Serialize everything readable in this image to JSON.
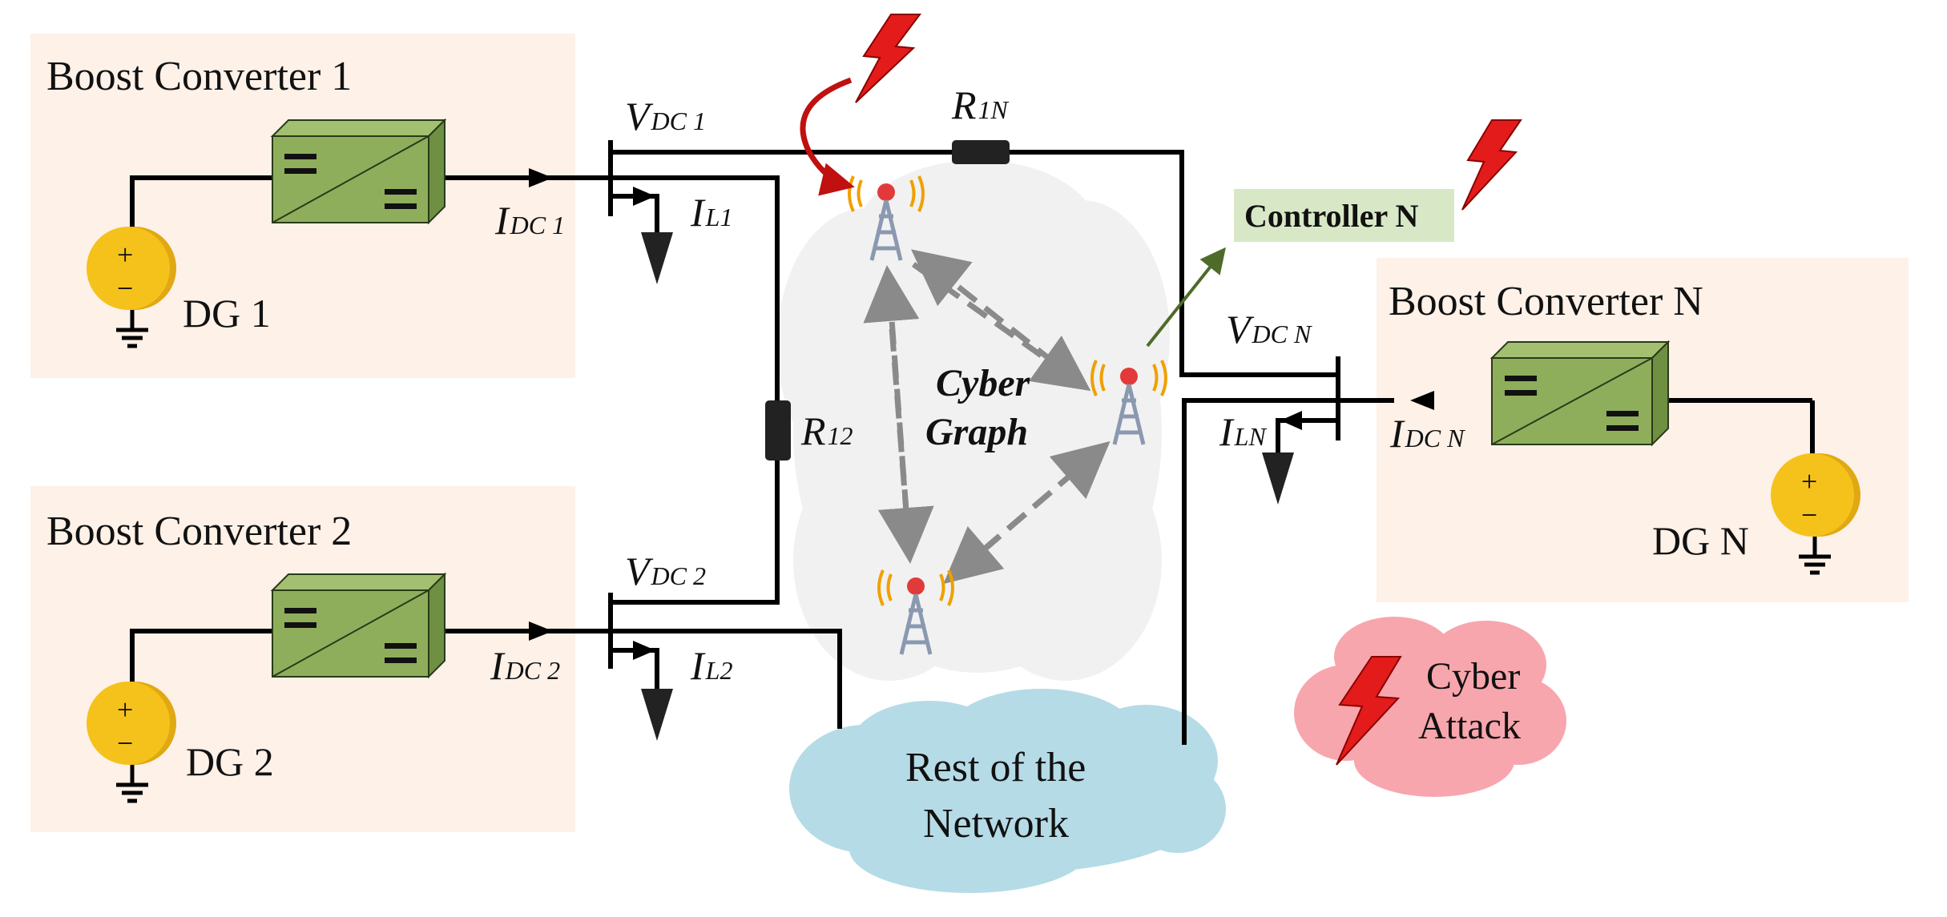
{
  "boxes": {
    "bc1": {
      "title": "Boost Converter 1",
      "dg": "DG 1"
    },
    "bc2": {
      "title": "Boost Converter 2",
      "dg": "DG 2"
    },
    "bcN": {
      "title": "Boost Converter N",
      "dg": "DG N"
    }
  },
  "labels": {
    "vdc1_main": "V",
    "vdc1_sub": "DC 1",
    "vdc2_main": "V",
    "vdc2_sub": "DC 2",
    "vdcN_main": "V",
    "vdcN_sub": "DC N",
    "idc1_main": "I",
    "idc1_sub": "DC 1",
    "idc2_main": "I",
    "idc2_sub": "DC 2",
    "idcN_main": "I",
    "idcN_sub": "DC N",
    "il1_main": "I",
    "il1_sub": "L1",
    "il2_main": "I",
    "il2_sub": "L2",
    "ilN_main": "I",
    "ilN_sub": "LN",
    "r1n_main": "R",
    "r1n_sub": "1N",
    "r12_main": "R",
    "r12_sub": "12"
  },
  "cyber_graph": {
    "line1": "Cyber",
    "line2": "Graph"
  },
  "controller": "Controller N",
  "network_cloud": {
    "line1": "Rest of the",
    "line2": "Network"
  },
  "attack_legend": {
    "line1": "Cyber",
    "line2": "Attack"
  },
  "source_symbols": {
    "plus": "+",
    "minus": "−"
  },
  "colors": {
    "box_fill": "#fdf1e8",
    "converter_fill": "#8fae5c",
    "source_fill": "#f5c21b",
    "attack_red": "#e31b1b",
    "network_cloud": "#b5dbe6",
    "cyber_cloud": "#f1f1f1",
    "attack_cloud": "#f7a6ad",
    "controller_fill": "#d8e8c6",
    "arrow_gray": "#8a8a8a",
    "arrow_green": "#4e6b2a"
  },
  "icons": [
    "lightning-bolt-icon",
    "communication-tower-icon",
    "dc-dc-converter-icon",
    "dc-source-icon",
    "ground-icon",
    "resistor-icon",
    "load-arrow-icon"
  ]
}
